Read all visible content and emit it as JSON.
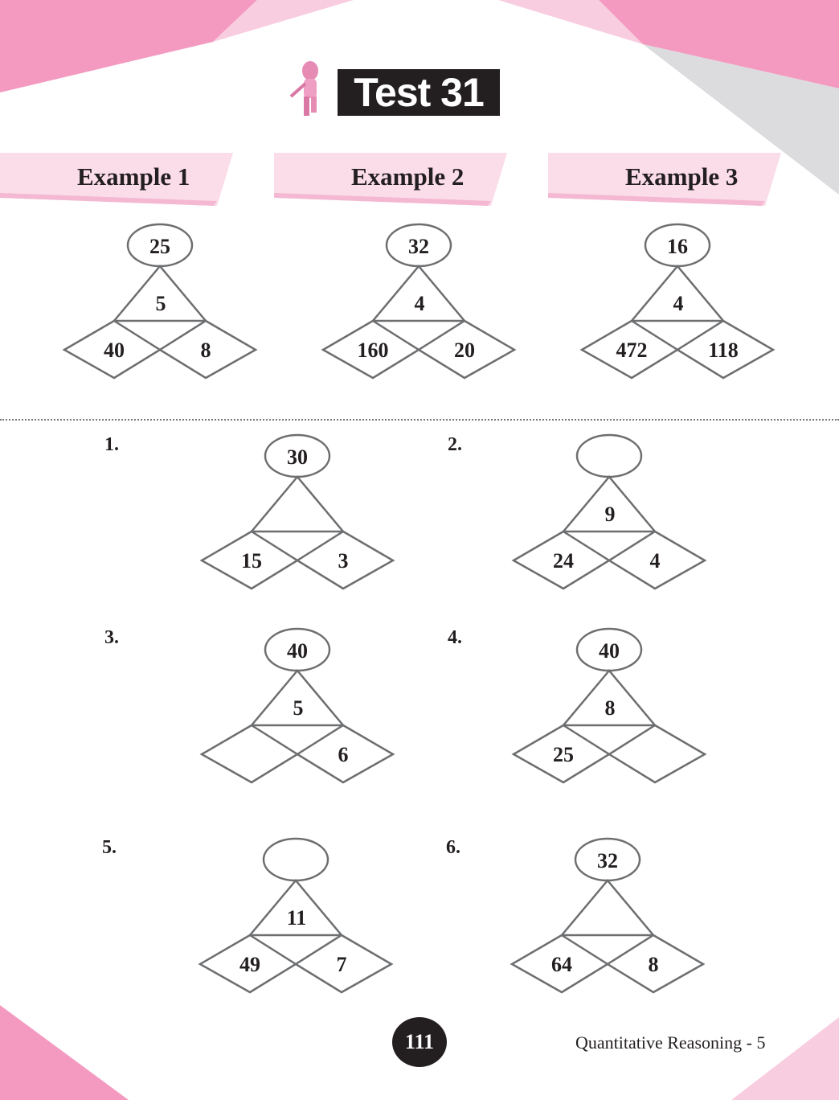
{
  "header": {
    "title": "Test 31"
  },
  "examples": [
    {
      "label": "Example  1",
      "top": "25",
      "middle": "5",
      "left": "40",
      "right": "8"
    },
    {
      "label": "Example  2",
      "top": "32",
      "middle": "4",
      "left": "160",
      "right": "20"
    },
    {
      "label": "Example  3",
      "top": "16",
      "middle": "4",
      "left": "472",
      "right": "118"
    }
  ],
  "questions": [
    {
      "number": "1.",
      "top": "30",
      "middle": "",
      "left": "15",
      "right": "3"
    },
    {
      "number": "2.",
      "top": "",
      "middle": "9",
      "left": "24",
      "right": "4"
    },
    {
      "number": "3.",
      "top": "40",
      "middle": "5",
      "left": "",
      "right": "6"
    },
    {
      "number": "4.",
      "top": "40",
      "middle": "8",
      "left": "25",
      "right": ""
    },
    {
      "number": "5.",
      "top": "",
      "middle": "11",
      "left": "49",
      "right": "7"
    },
    {
      "number": "6.",
      "top": "32",
      "middle": "",
      "left": "64",
      "right": "8"
    }
  ],
  "footer": {
    "page_number": "111",
    "book_title": "Quantitative Reasoning - 5"
  },
  "colors": {
    "pink": "#f49ac1",
    "light_pink": "#f9cde0",
    "tab_pink": "#fbdce9",
    "gray": "#dcdcde",
    "stroke": "#6d6e70",
    "text": "#231f20"
  }
}
